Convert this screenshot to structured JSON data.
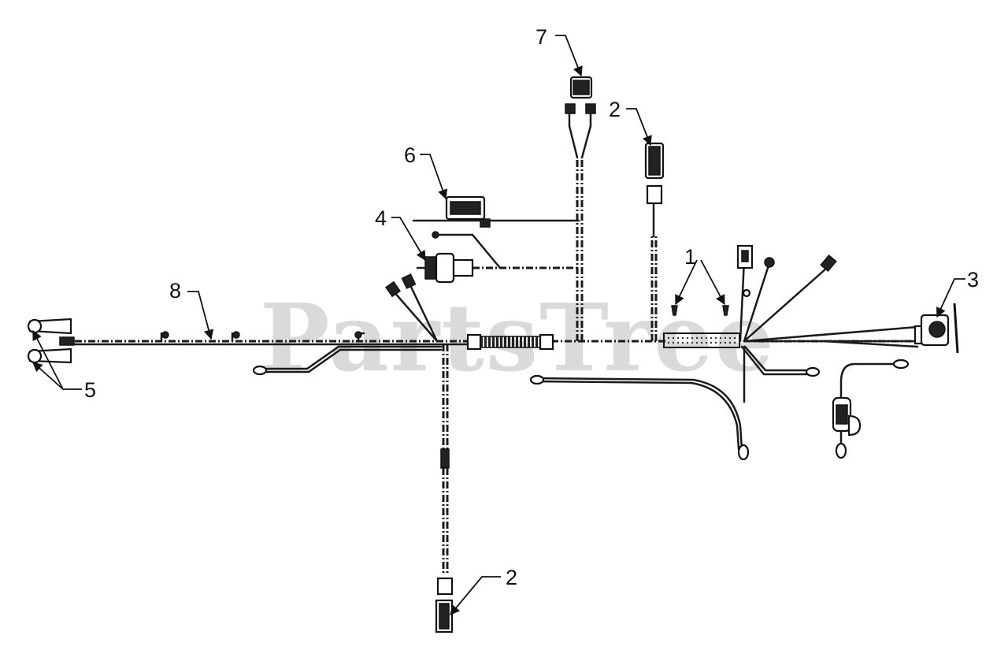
{
  "watermark": "PartsTree",
  "callouts": {
    "c1": "1",
    "c2_top": "2",
    "c2_bottom": "2",
    "c3": "3",
    "c4": "4",
    "c5": "5",
    "c6": "6",
    "c7": "7",
    "c8": "8"
  }
}
